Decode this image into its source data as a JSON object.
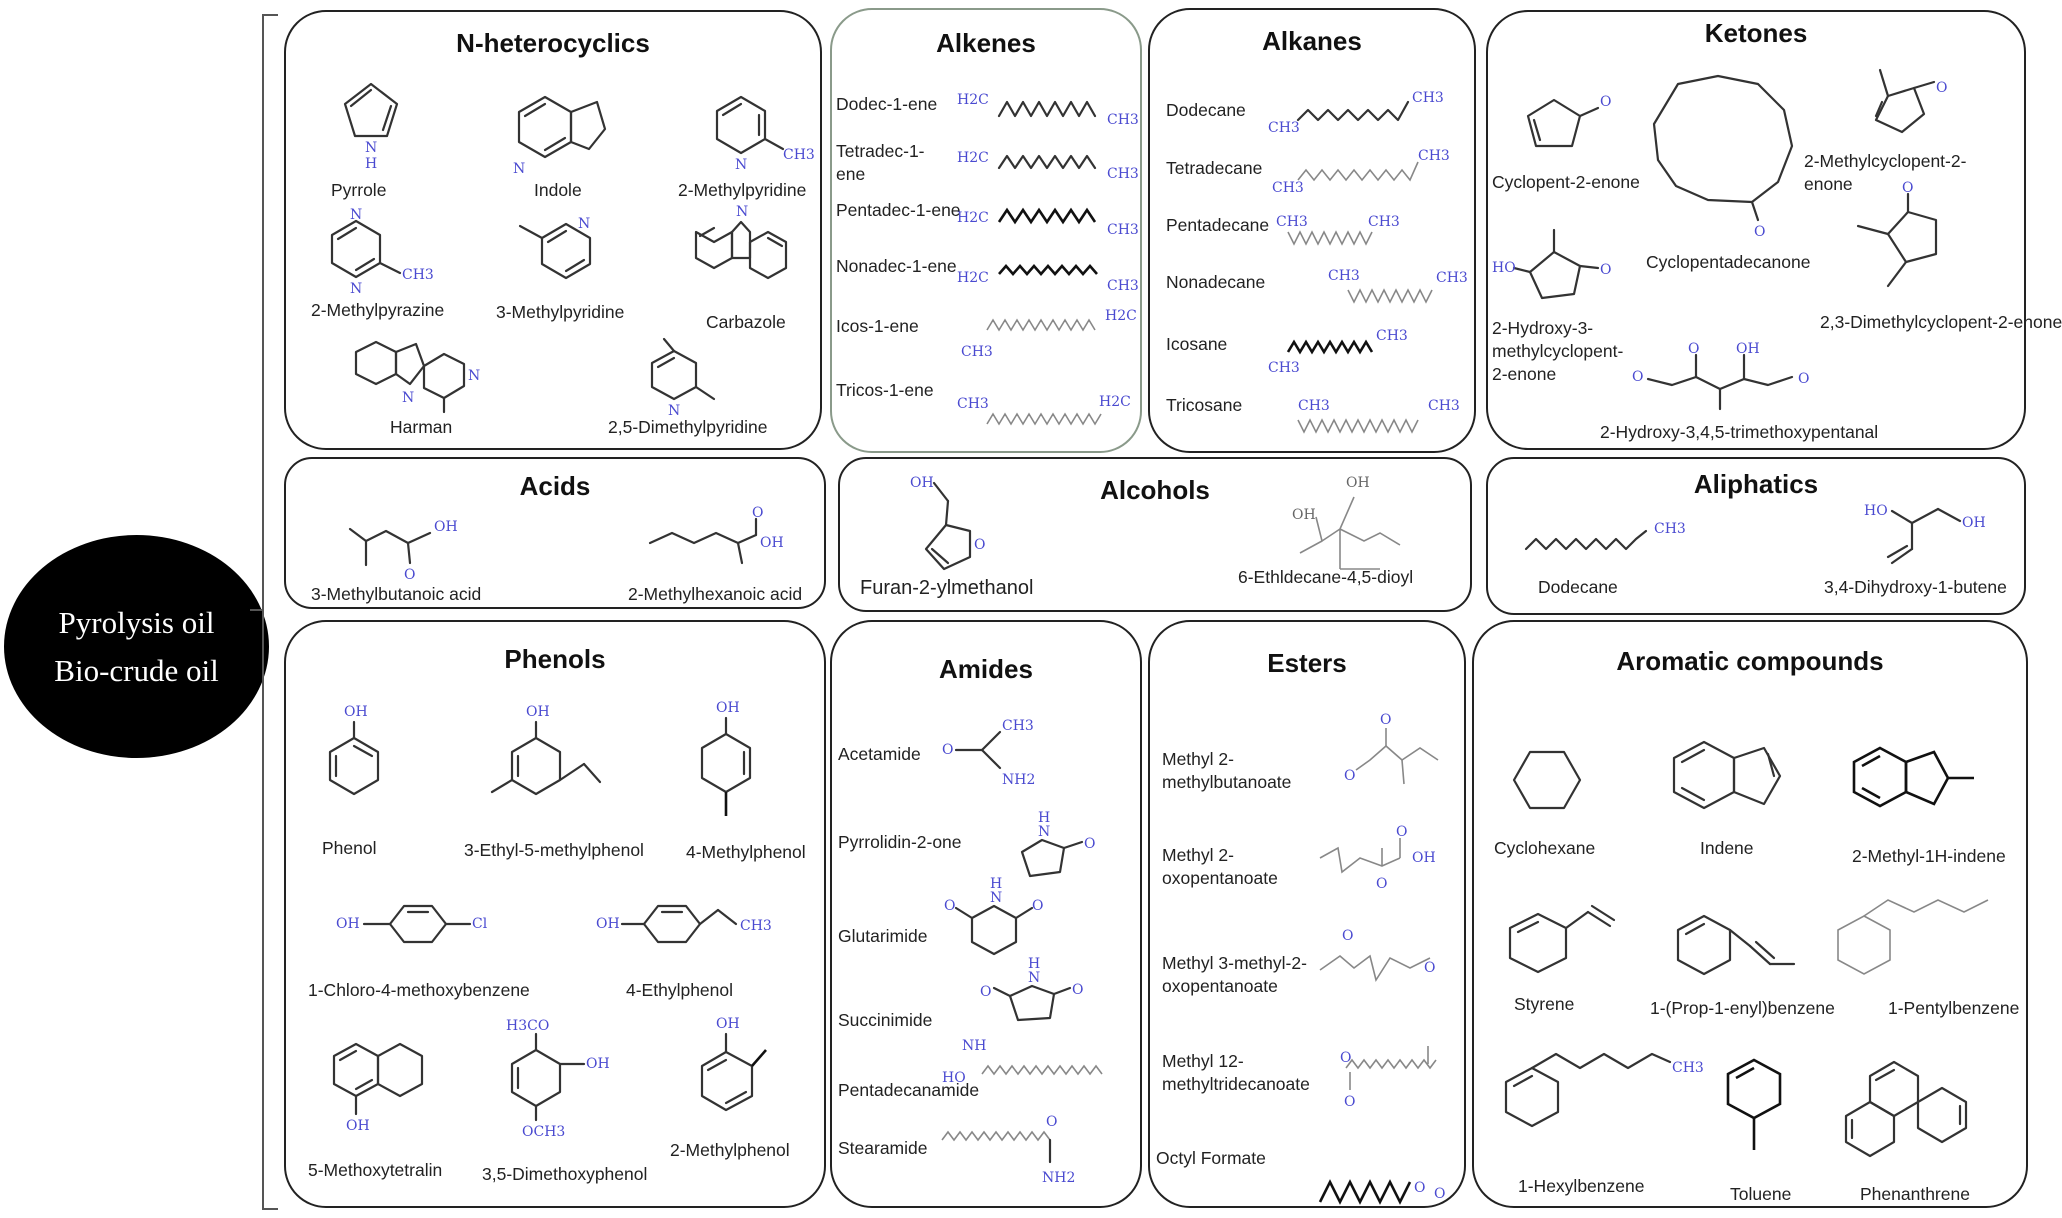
{
  "hub": {
    "line1": "Pyrolysis oil",
    "line2": "Bio-crude oil"
  },
  "groups": {
    "n_heterocyclics": {
      "title": "N-heterocyclics",
      "items": [
        "Pyrrole",
        "Indole",
        "2-Methylpyridine",
        "2-Methylpyrazine",
        "3-Methylpyridine",
        "Carbazole",
        "Harman",
        "2,5-Dimethylpyridine"
      ]
    },
    "alkenes": {
      "title": "Alkenes",
      "items": [
        "Dodec-1-ene",
        "Tetradec-1-ene",
        "Pentadec-1-ene",
        "Nonadec-1-ene",
        "Icos-1-ene",
        "Tricos-1-ene"
      ]
    },
    "alkanes": {
      "title": "Alkanes",
      "items": [
        "Dodecane",
        "Tetradecane",
        "Pentadecane",
        "Nonadecane",
        "Icosane",
        "Tricosane"
      ]
    },
    "ketones": {
      "title": "Ketones",
      "items": [
        "Cyclopent-2-enone",
        "Cyclopentadecanone",
        "2-Methylcyclopent-2-enone",
        "2-Hydroxy-3-methylcyclopent-2-enone",
        "2,3-Dimethylcyclopent-2-enone",
        "2-Hydroxy-3,4,5-trimethoxypentanal"
      ]
    },
    "acids": {
      "title": "Acids",
      "items": [
        "3-Methylbutanoic acid",
        "2-Methylhexanoic acid"
      ]
    },
    "alcohols": {
      "title": "Alcohols",
      "items": [
        "Furan-2-ylmethanol",
        "6-Ethldecane-4,5-dioyl"
      ]
    },
    "aliphatics": {
      "title": "Aliphatics",
      "items": [
        "Dodecane",
        "3,4-Dihydroxy-1-butene"
      ]
    },
    "phenols": {
      "title": "Phenols",
      "items": [
        "Phenol",
        "3-Ethyl-5-methylphenol",
        "4-Methylphenol",
        "1-Chloro-4-methoxybenzene",
        "4-Ethylphenol",
        "5-Methoxytetralin",
        "3,5-Dimethoxyphenol",
        "2-Methylphenol"
      ]
    },
    "amides": {
      "title": "Amides",
      "items": [
        "Acetamide",
        "Pyrrolidin-2-one",
        "Glutarimide",
        "Succinimide",
        "Pentadecanamide",
        "Stearamide"
      ]
    },
    "esters": {
      "title": "Esters",
      "items": [
        "Methyl 2-methylbutanoate",
        "Methyl 2-oxopentanoate",
        "Methyl 3-methyl-2-oxopentanoate",
        "Methyl 12-methyltridecanoate",
        "Octyl Formate"
      ]
    },
    "aromatics": {
      "title": "Aromatic compounds",
      "items": [
        "Cyclohexane",
        "Indene",
        "2-Methyl-1H-indene",
        "Styrene",
        "1-(Prop-1-enyl)benzene",
        "1-Pentylbenzene",
        "1-Hexylbenzene",
        "Toluene",
        "Phenanthrene"
      ]
    }
  },
  "atoms": {
    "h": "H",
    "n": "N",
    "o": "O",
    "oh": "OH",
    "ch3": "CH3",
    "h2c": "H2C",
    "cl": "Cl",
    "nh": "NH",
    "nh2": "NH2",
    "ho": "HO",
    "h3co": "H3CO",
    "och3": "OCH3"
  },
  "colors": {
    "atom_label": "#4a4ad0",
    "hub": "#000000",
    "border": "#222222"
  }
}
